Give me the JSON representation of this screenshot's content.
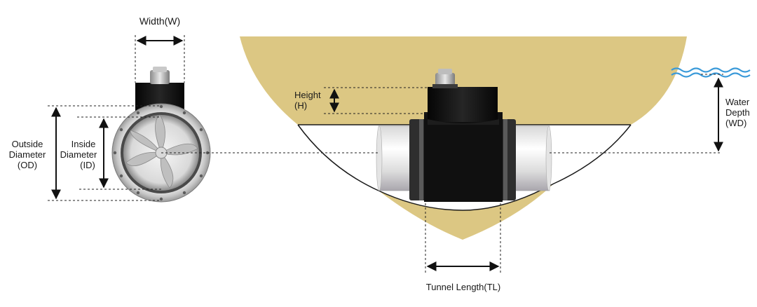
{
  "labels": {
    "width": "Width(W)",
    "height_1": "Height",
    "height_2": "(H)",
    "outside_1": "Outside",
    "outside_2": "Diameter",
    "outside_3": "(OD)",
    "inside_1": "Inside",
    "inside_2": "Diameter",
    "inside_3": "(ID)",
    "water_1": "Water",
    "water_2": "Depth",
    "water_3": "(WD)",
    "tunnel": "Tunnel Length(TL)"
  },
  "colors": {
    "hull": "#dcc783",
    "motor": "#0d0d0d",
    "water": "#3a9ad9",
    "tube_light": "#f4f4f4",
    "tube_dark": "#b7b7b7"
  }
}
